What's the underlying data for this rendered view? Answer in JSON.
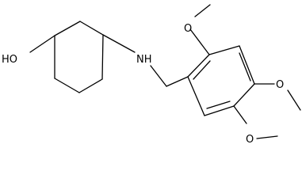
{
  "molecule": {
    "atom_labels": {
      "hydroxyl": "HO",
      "amine": "NH",
      "methoxy_top": "O",
      "methoxy_right": "O",
      "methoxy_bottom": "O"
    },
    "colors": {
      "bond": "#000000",
      "label": "#000000",
      "background": "#ffffff"
    }
  }
}
